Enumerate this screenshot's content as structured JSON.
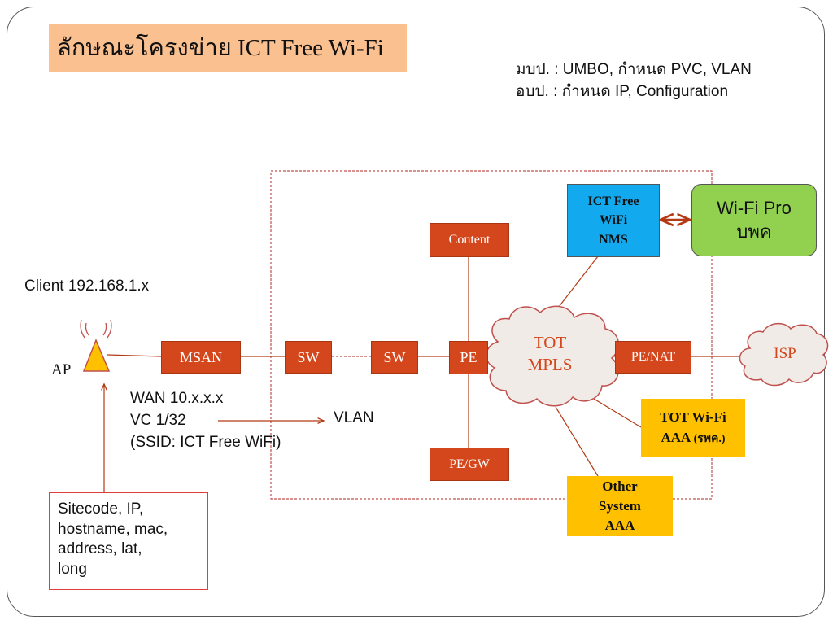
{
  "title": "ลักษณะโครงข่าย ICT Free Wi-Fi",
  "notes": [
    "มบป. : UMBO, กำหนด PVC, VLAN",
    "อบป. : กำหนด IP, Configuration"
  ],
  "labels": {
    "client": "Client 192.168.1.x",
    "ap": "AP",
    "wan": "WAN 10.x.x.x",
    "vc": "VC 1/32",
    "ssid": "(SSID: ICT Free WiFi)",
    "vlan": "VLAN"
  },
  "nodes": {
    "msan": "MSAN",
    "sw1": "SW",
    "sw2": "SW",
    "pe": "PE",
    "content": "Content",
    "pe_gw": "PE/GW",
    "pe_nat": "PE/NAT"
  },
  "nms": {
    "line1": "ICT Free",
    "line2": "WiFi",
    "line3": "NMS"
  },
  "wifi_pro": {
    "line1": "Wi-Fi Pro",
    "line2": "บพค"
  },
  "tot_cloud": {
    "line1": "TOT",
    "line2": "MPLS"
  },
  "isp": "ISP",
  "tot_aaa": {
    "line1": "TOT Wi-Fi",
    "line2": "AAA",
    "line2_suffix": "(รพค.)"
  },
  "other_aaa": {
    "line1": "Other",
    "line2": "System",
    "line3": "AAA"
  },
  "sitecode": {
    "line1": "Sitecode, IP,",
    "line2": "hostname, mac,",
    "line3": "address, lat,",
    "line4": "long"
  },
  "colors": {
    "node": "#d4471c",
    "nms": "#12a9ee",
    "wifi_pro": "#92d050",
    "aaa": "#ffc000",
    "title_bg": "#fac090",
    "cloud": "#f0ebe6"
  }
}
